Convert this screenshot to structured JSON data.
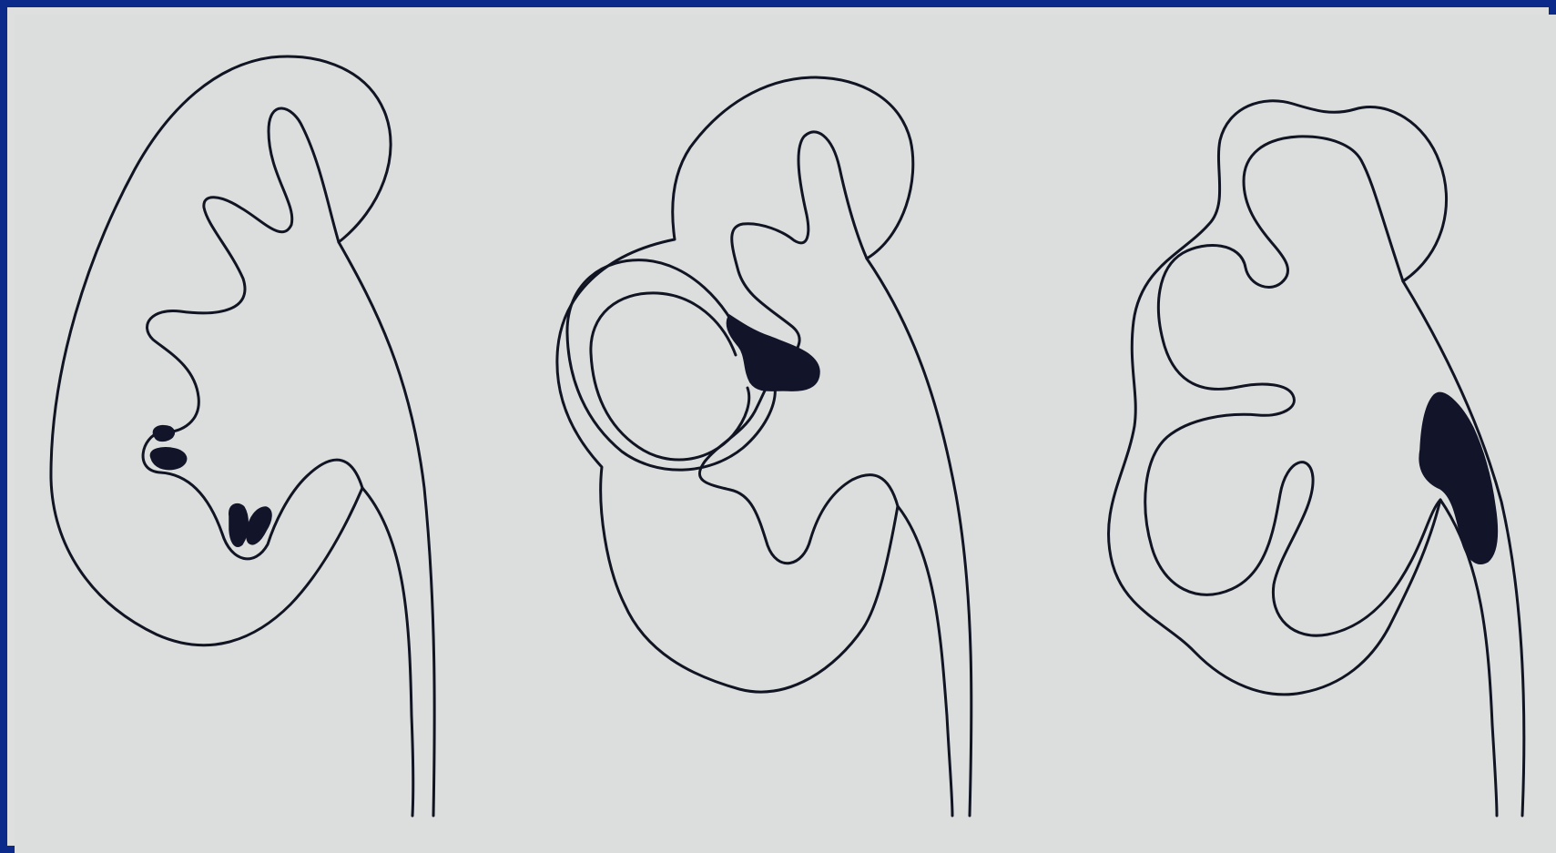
{
  "figure": {
    "frame_color": "#0b2a8a",
    "background_color": "#dedfdf",
    "stroke_color": "#111422",
    "panels": [
      {
        "id": "left",
        "stones": 3
      },
      {
        "id": "middle",
        "stones": 1
      },
      {
        "id": "right",
        "stones": 1
      }
    ]
  }
}
